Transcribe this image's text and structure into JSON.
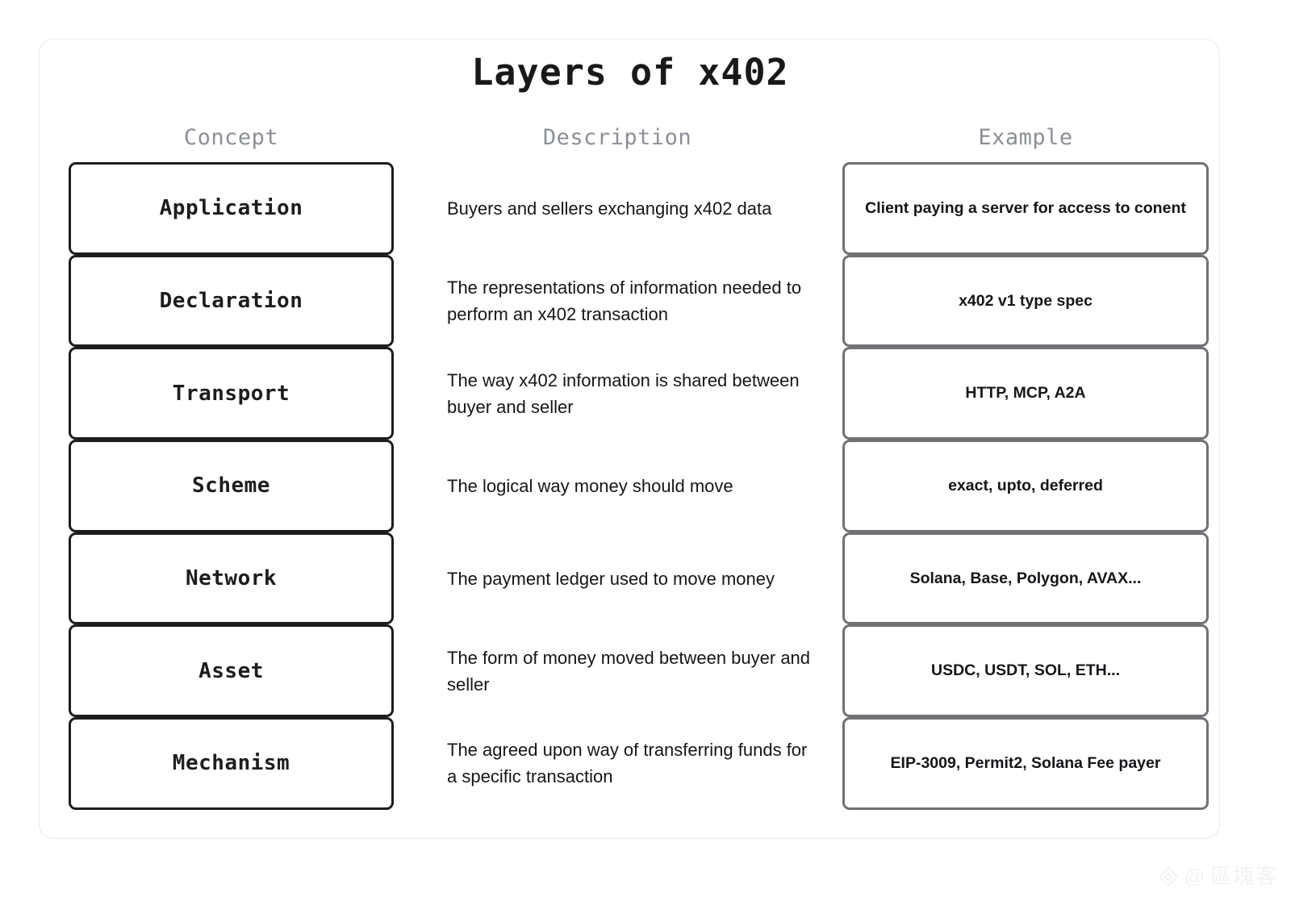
{
  "title": "Layers of x402",
  "columns": {
    "concept": "Concept",
    "description": "Description",
    "example": "Example"
  },
  "rows": [
    {
      "concept": "Application",
      "description": "Buyers and sellers exchanging x402 data",
      "example": "Client paying a server for access to conent"
    },
    {
      "concept": "Declaration",
      "description": "The representations of information needed to perform an x402 transaction",
      "example": "x402 v1 type spec"
    },
    {
      "concept": "Transport",
      "description": "The way x402 information is shared between buyer and seller",
      "example": "HTTP, MCP, A2A"
    },
    {
      "concept": "Scheme",
      "description": "The logical way money should move",
      "example": "exact, upto, deferred"
    },
    {
      "concept": "Network",
      "description": "The payment ledger used to move money",
      "example": "Solana, Base, Polygon, AVAX..."
    },
    {
      "concept": "Asset",
      "description": "The form of money moved between buyer and seller",
      "example": "USDC, USDT, SOL, ETH..."
    },
    {
      "concept": "Mechanism",
      "description": "The agreed upon way of transferring funds for a specific transaction",
      "example": "EIP-3009, Permit2, Solana Fee payer"
    }
  ],
  "watermark": {
    "at": "@",
    "text": "區塊客"
  },
  "colors": {
    "concept_border": "#1c1d1f",
    "example_border": "#6f7175",
    "header_text": "#8b8f96",
    "body_text": "#15161a",
    "card_border": "#e9eaec",
    "background": "#ffffff"
  }
}
